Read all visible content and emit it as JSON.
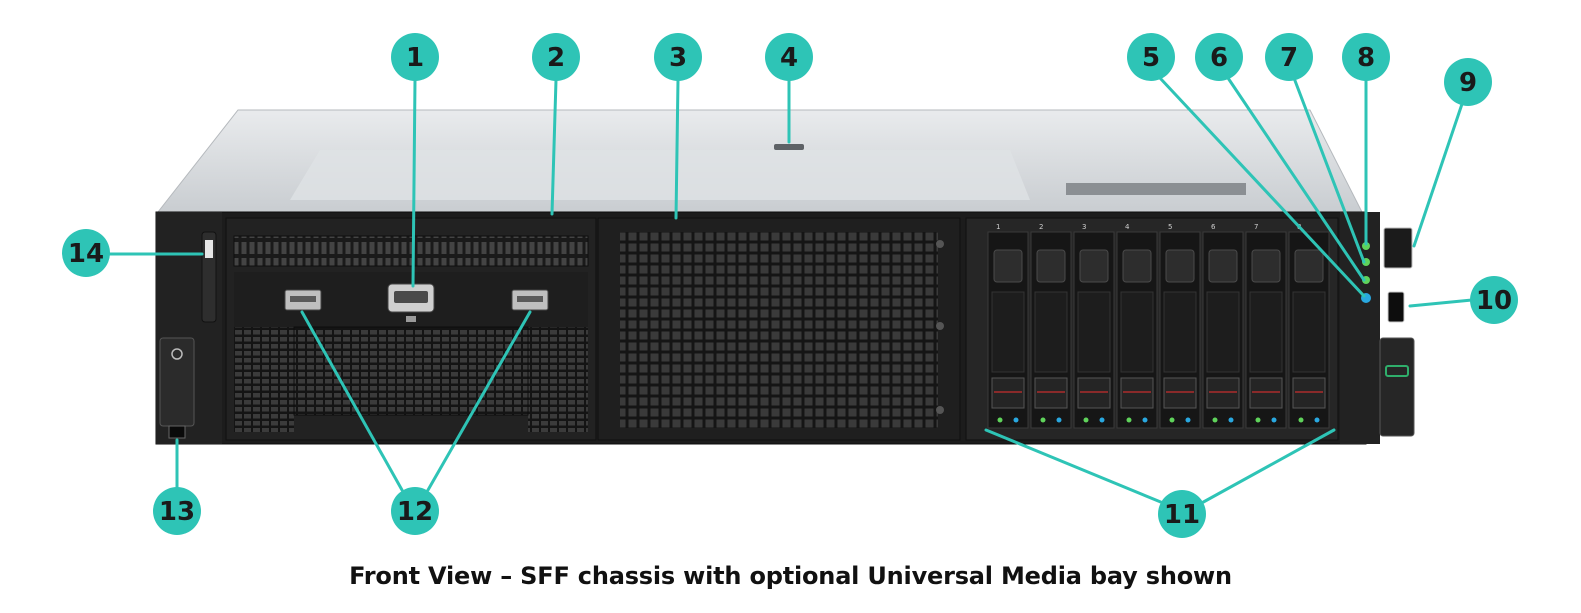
{
  "figure": {
    "caption": "Front View – SFF chassis with optional Universal Media bay shown",
    "accent_color": "#2ec4b6"
  },
  "callouts": [
    {
      "id": 1,
      "label": "1"
    },
    {
      "id": 2,
      "label": "2"
    },
    {
      "id": 3,
      "label": "3"
    },
    {
      "id": 4,
      "label": "4"
    },
    {
      "id": 5,
      "label": "5"
    },
    {
      "id": 6,
      "label": "6"
    },
    {
      "id": 7,
      "label": "7"
    },
    {
      "id": 8,
      "label": "8"
    },
    {
      "id": 9,
      "label": "9"
    },
    {
      "id": 10,
      "label": "10"
    },
    {
      "id": 11,
      "label": "11"
    },
    {
      "id": 12,
      "label": "12"
    },
    {
      "id": 13,
      "label": "13"
    },
    {
      "id": 14,
      "label": "14"
    }
  ],
  "drive_bays": {
    "count": 8,
    "bay_labels": [
      "1",
      "2",
      "3",
      "4",
      "5",
      "6",
      "7",
      "8"
    ]
  }
}
